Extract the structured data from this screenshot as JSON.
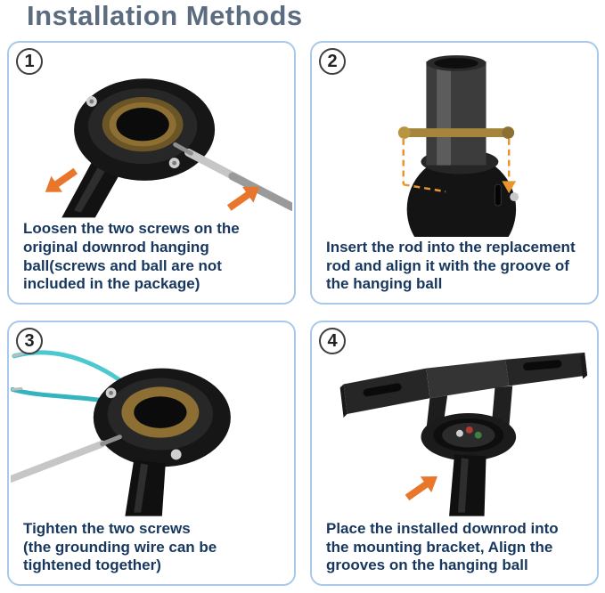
{
  "page": {
    "title": "Installation Methods"
  },
  "steps": [
    {
      "number": "1",
      "caption": "Loosen the two screws on the\noriginal downrod hanging\nball(screws and ball are not\nincluded in the package)"
    },
    {
      "number": "2",
      "caption": "Insert the rod into the replacement\nrod and align it with the groove of\nthe hanging ball"
    },
    {
      "number": "3",
      "caption": "Tighten the two screws\n(the grounding wire can be\ntightened together)"
    },
    {
      "number": "4",
      "caption": "Place the installed downrod into\nthe mounting bracket, Align the\ngrooves on the hanging ball"
    }
  ],
  "colors": {
    "title": "#5b6b80",
    "panel_border": "#a9c9ea",
    "caption": "#17375e",
    "arrow_orange": "#e8772b",
    "grounding_wire_teal": "#45c3cb",
    "brass_pin": "#a5853c"
  }
}
